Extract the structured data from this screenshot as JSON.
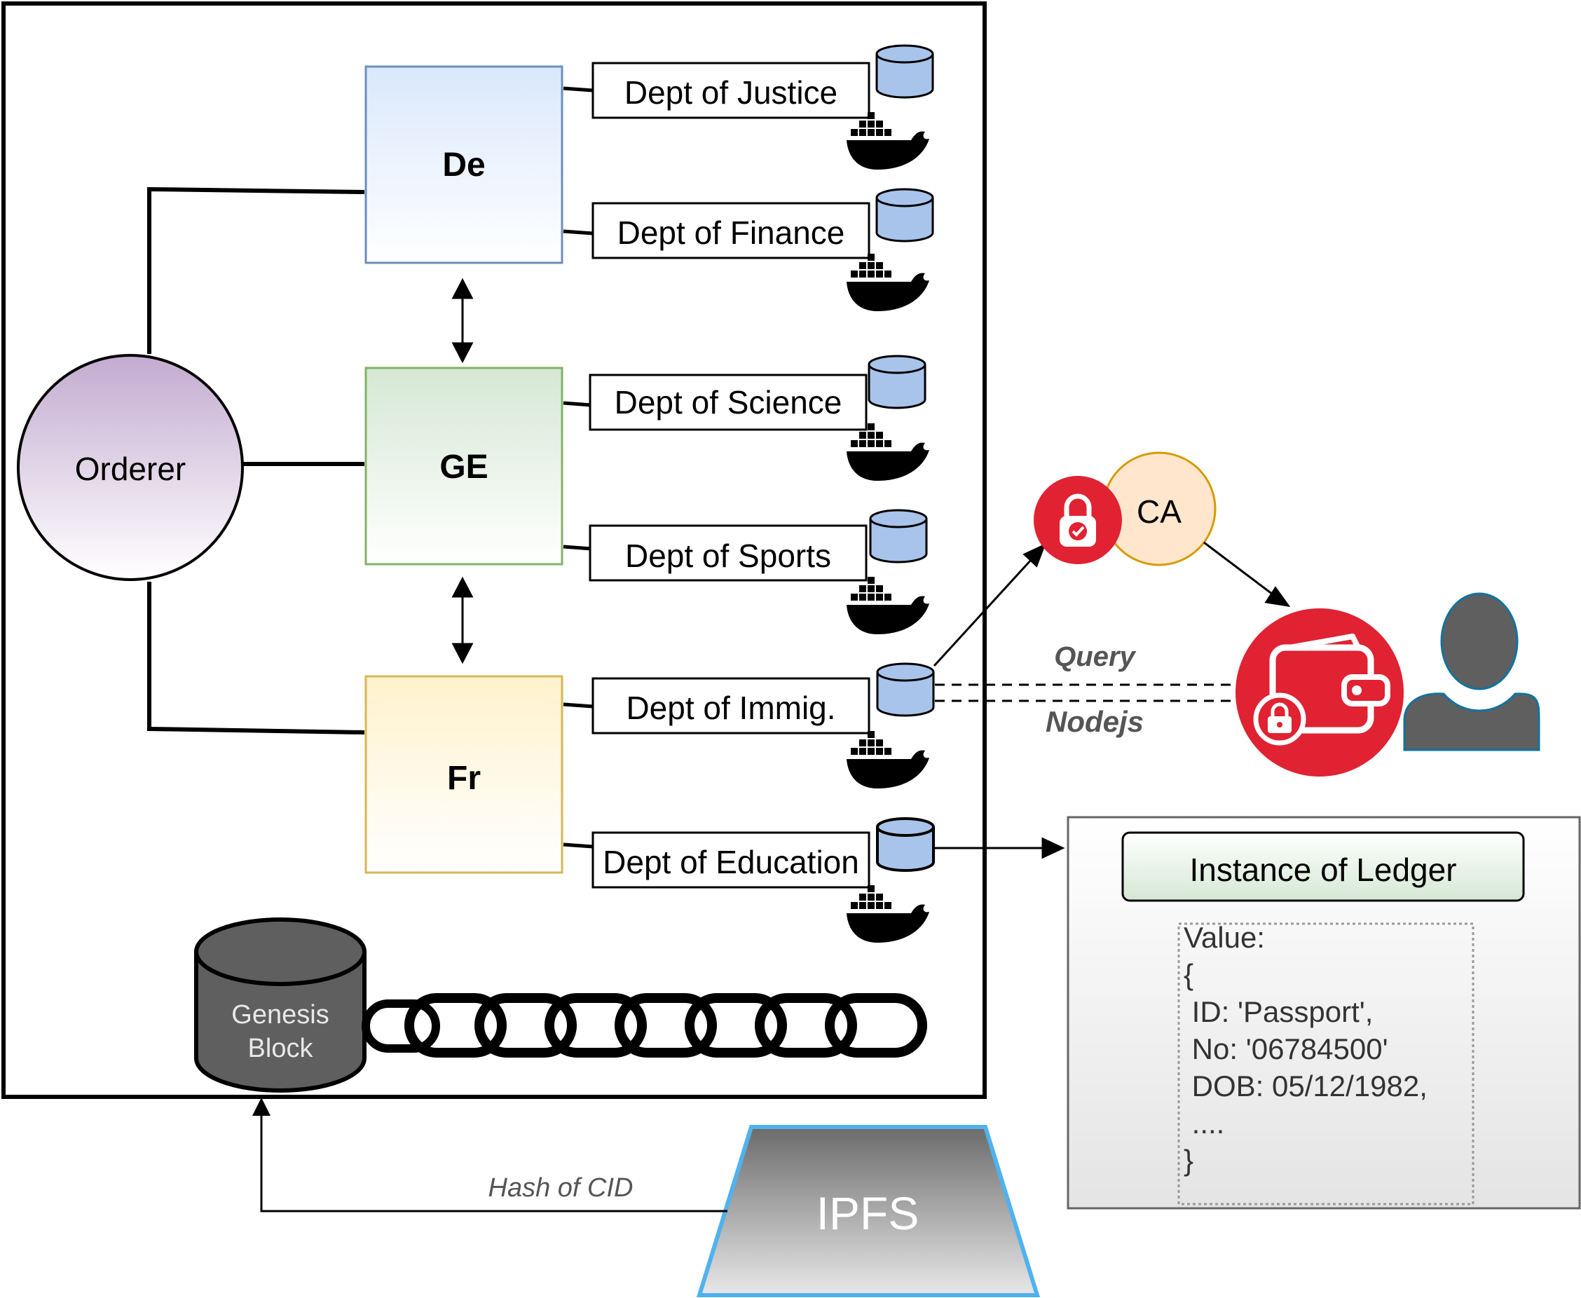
{
  "orderer": {
    "label": "Orderer"
  },
  "orgs": [
    {
      "label": "De",
      "fill": "#dae8fc",
      "stroke": "#6c8ebf"
    },
    {
      "label": "GE",
      "fill": "#d5e8d4",
      "stroke": "#82b366"
    },
    {
      "label": "Fr",
      "fill": "#fff2cc",
      "stroke": "#d6b656"
    }
  ],
  "departments": [
    {
      "label": "Dept of Justice"
    },
    {
      "label": "Dept of Finance"
    },
    {
      "label": "Dept of Science"
    },
    {
      "label": "Dept of Sports"
    },
    {
      "label": "Dept of Immig."
    },
    {
      "label": "Dept of Education"
    }
  ],
  "genesis": {
    "line1": "Genesis",
    "line2": "Block"
  },
  "ca": {
    "label": "CA"
  },
  "connection": {
    "top_label": "Query",
    "bottom_label": "Nodejs"
  },
  "ledger": {
    "title": "Instance of Ledger",
    "lines": [
      "Value:",
      "{",
      " ID: 'Passport',",
      " No: '06784500'",
      " DOB: 05/12/1982,",
      " ....",
      "}"
    ]
  },
  "ipfs": {
    "label": "IPFS",
    "edge_label": "Hash of CID"
  },
  "icons": {
    "database": "database-icon",
    "docker": "docker-whale-icon",
    "chain": "chain-icon",
    "lock": "lock-icon",
    "wallet": "wallet-icon",
    "user": "user-icon"
  },
  "colors": {
    "red": "#e02232",
    "database_fill": "#a9c4eb",
    "ca_fill": "#ffe6cc",
    "ipfs_stroke": "#4fb2ef"
  }
}
